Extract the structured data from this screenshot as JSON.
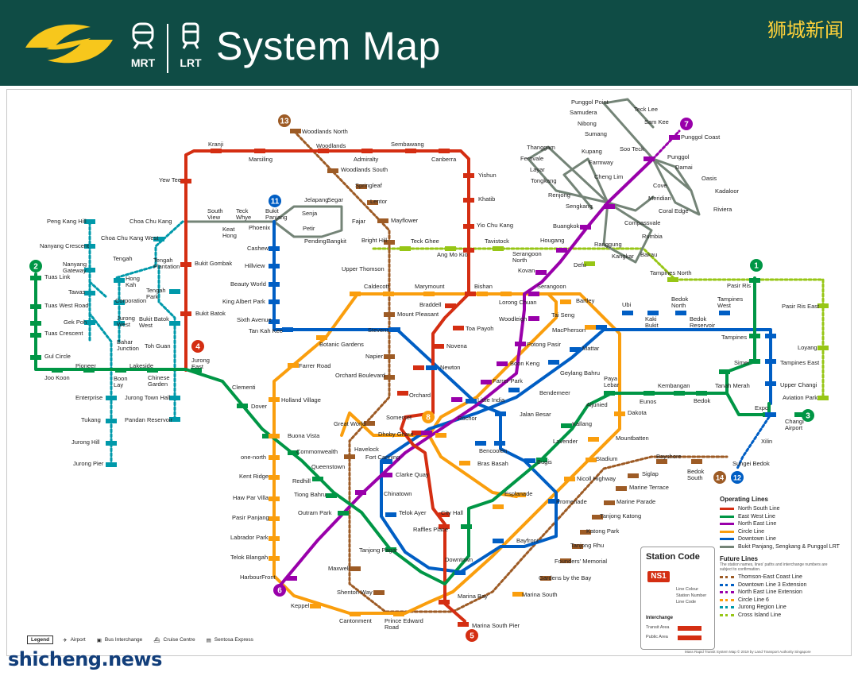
{
  "header": {
    "mrt_label": "MRT",
    "lrt_label": "LRT",
    "title": "System Map",
    "brand": "狮城新闻"
  },
  "watermark": "shicheng.news",
  "colors": {
    "header_bg": "#0f4c45",
    "north_south": "#d42e12",
    "east_west": "#009645",
    "north_east": "#9900aa",
    "circle": "#fa9e0d",
    "downtown": "#005ec4",
    "lrt": "#748477",
    "thomson_east_coast": "#9d5b25",
    "jurong_region": "#0099aa",
    "cross_island": "#97c616",
    "logo_yellow": "#f7c71c"
  },
  "line_numbers": [
    {
      "n": "13",
      "color": "#9d5b25"
    },
    {
      "n": "11",
      "color": "#005ec4"
    },
    {
      "n": "7",
      "color": "#9900aa"
    },
    {
      "n": "2",
      "color": "#009645"
    },
    {
      "n": "1",
      "color": "#009645"
    },
    {
      "n": "4",
      "color": "#d42e12"
    },
    {
      "n": "8",
      "color": "#fa9e0d"
    },
    {
      "n": "3",
      "color": "#009645"
    },
    {
      "n": "14",
      "color": "#9d5b25"
    },
    {
      "n": "12",
      "color": "#005ec4"
    },
    {
      "n": "6",
      "color": "#9900aa"
    },
    {
      "n": "5",
      "color": "#d42e12"
    }
  ],
  "stations": {
    "woodlands_north": "Woodlands North",
    "kranji": "Kranji",
    "woodlands": "Woodlands",
    "sembawang": "Sembawang",
    "marsiling": "Marsiling",
    "admiralty": "Admiralty",
    "canberra": "Canberra",
    "woodlands_south": "Woodlands South",
    "yew_tee": "Yew Tee",
    "springleaf": "Springleaf",
    "yishun": "Yishun",
    "lentor": "Lentor",
    "khatib": "Khatib",
    "mayflower": "Mayflower",
    "yio_chu_kang": "Yio Chu Kang",
    "bright_hill": "Bright Hill",
    "teck_ghee": "Teck Ghee",
    "tavistock": "Tavistock",
    "ang_mo_kio": "Ang Mo Kio",
    "upper_thomson": "Upper Thomson",
    "caldecott": "Caldecott",
    "marymount": "Marymount",
    "bishan": "Bishan",
    "braddell": "Braddell",
    "lorong_chuan": "Lorong Chuan",
    "mount_pleasant": "Mount Pleasant",
    "toa_payoh": "Toa Payoh",
    "stevens": "Stevens",
    "novena": "Novena",
    "napier": "Napier",
    "newton": "Newton",
    "orchard_boulevard": "Orchard Boulevard",
    "orchard": "Orchard",
    "somerset": "Somerset",
    "great_world": "Great World",
    "dhoby_ghaut": "Dhoby Ghaut",
    "havelock": "Havelock",
    "fort_canning": "Fort Canning",
    "clarke_quay": "Clarke Quay",
    "chinatown": "Chinatown",
    "outram_park": "Outram Park",
    "telok_ayer": "Telok Ayer",
    "raffles_place": "Raffles Place",
    "city_hall": "City Hall",
    "downtown": "Downtown",
    "tanjong_pagar": "Tanjong Pagar",
    "maxwell": "Maxwell",
    "shenton_way": "Shenton Way",
    "marina_bay": "Marina Bay",
    "marina_south": "Marina South",
    "marina_south_pier": "Marina South Pier",
    "cantonment": "Cantonment",
    "prince_edward_road": "Prince Edward\nRoad",
    "keppel": "Keppel",
    "harbourfront": "HarbourFront",
    "telok_blangah": "Telok Blangah",
    "labrador_park": "Labrador Park",
    "pasir_panjang": "Pasir Panjang",
    "haw_par_villa": "Haw Par Villa",
    "kent_ridge": "Kent Ridge",
    "one_north": "one-north",
    "buona_vista": "Buona Vista",
    "commonwealth": "Commonwealth",
    "queenstown": "Queenstown",
    "redhill": "Redhill",
    "tiong_bahru": "Tiong Bahru",
    "holland_village": "Holland Village",
    "farrer_road": "Farrer Road",
    "botanic_gardens": "Botanic Gardens",
    "tan_kah_kee": "Tan Kah Kee",
    "sixth_avenue": "Sixth Avenue",
    "king_albert_park": "King Albert Park",
    "beauty_world": "Beauty World",
    "hillview": "Hillview",
    "cashew": "Cashew",
    "bukit_panjang": "Bukit\nPanjang",
    "phoenix": "Phoenix",
    "keat_hong": "Keat\nHong",
    "teck_whye": "Teck\nWhye",
    "south_view": "South\nView",
    "choa_chu_kang": "Choa Chu Kang",
    "bukit_gombak": "Bukit Gombak",
    "bukit_batok": "Bukit Batok",
    "jurong_east": "Jurong\nEast",
    "clementi": "Clementi",
    "dover": "Dover",
    "chinese_garden": "Chinese\nGarden",
    "lakeside": "Lakeside",
    "boon_lay": "Boon\nLay",
    "pioneer": "Pioneer",
    "joo_koon": "Joo Koon",
    "gul_circle": "Gul Circle",
    "tuas_crescent": "Tuas Crescent",
    "tuas_west_road": "Tuas West Road",
    "tuas_link": "Tuas Link",
    "peng_kang_hill": "Peng Kang Hill",
    "nanyang_crescent": "Nanyang Crescent",
    "nanyang_gateway": "Nanyang\nGateway",
    "tawas": "Tawas",
    "gek_poh": "Gek Poh",
    "choa_chu_kang_west": "Choa Chu Kang West",
    "tengah": "Tengah",
    "tengah_plantation": "Tengah\nPlantation",
    "hong_kah": "Hong\nKah",
    "tengah_park": "Tengah\nPark",
    "corporation": "Corporation",
    "jurong_west": "Jurong\nWest",
    "bukit_batok_west": "Bukit Batok\nWest",
    "bahar_junction": "Bahar\nJunction",
    "toh_guan": "Toh Guan",
    "enterprise": "Enterprise",
    "tukang": "Tukang",
    "jurong_hill": "Jurong Hill",
    "jurong_pier": "Jurong Pier",
    "jurong_town_hall": "Jurong Town Hall",
    "pandan_reservoir": "Pandan Reservoir",
    "serangoon": "Serangoon",
    "serangoon_north": "Serangoon\nNorth",
    "kovan": "Kovan",
    "hougang": "Hougang",
    "buangkok": "Buangkok",
    "sengkang": "Sengkang",
    "punggol": "Punggol",
    "punggol_coast": "Punggol Coast",
    "potong_pasir": "Potong Pasir",
    "woodleigh": "Woodleigh",
    "boon_keng": "Boon Keng",
    "farrer_park": "Farrer Park",
    "little_india": "Little India",
    "rochor": "Rochor",
    "bencoolen": "Bencoolen",
    "bras_basah": "Bras Basah",
    "esplanade": "Esplanade",
    "promenade": "Promenade",
    "bugis": "Bugis",
    "jalan_besar": "Jalan Besar",
    "bendemeer": "Bendemeer",
    "geylang_bahru": "Geylang Bahru",
    "mattar": "Mattar",
    "macpherson": "MacPherson",
    "tai_seng": "Tai Seng",
    "bartley": "Bartley",
    "ubi": "Ubi",
    "kaki_bukit": "Kaki\nBukit",
    "bedok_north": "Bedok\nNorth",
    "bedok_reservoir": "Bedok\nReservoir",
    "tampines_west": "Tampines\nWest",
    "tampines": "Tampines",
    "tampines_east": "Tampines East",
    "tampines_north": "Tampines North",
    "pasir_ris": "Pasir Ris",
    "pasir_ris_east": "Pasir Ris East",
    "loyang": "Loyang",
    "aviation_park": "Aviation Park",
    "upper_changi": "Upper Changi",
    "simei": "Simei",
    "tanah_merah": "Tanah Merah",
    "expo": "Expo",
    "changi_airport": "Changi\nAirport",
    "xilin": "Xilin",
    "sungei_bedok": "Sungei Bedok",
    "bedok_south": "Bedok\nSouth",
    "bayshore": "Bayshore",
    "siglap": "Siglap",
    "marine_terrace": "Marine Terrace",
    "marine_parade": "Marine Parade",
    "tanjong_katong": "Tanjong Katong",
    "katong_park": "Katong Park",
    "tanjong_rhu": "Tanjong Rhu",
    "founders_memorial": "Founders' Memorial",
    "gardens_by_the_bay": "Gardens by the Bay",
    "bayfront": "Bayfront",
    "mountbatten": "Mountbatten",
    "stadium": "Stadium",
    "nicoll_highway": "Nicoll Highway",
    "dakota": "Dakota",
    "paya_lebar": "Paya\nLebar",
    "aljunied": "Aljunied",
    "kallang": "Kallang",
    "lavender": "Lavender",
    "eunos": "Eunos",
    "kembangan": "Kembangan",
    "bedok": "Bedok",
    "defu": "Defu",
    "punggol_point": "Punggol Point",
    "samudera": "Samudera",
    "nibong": "Nibong",
    "sumang": "Sumang",
    "soo_teck": "Soo Teck",
    "teck_lee": "Teck Lee",
    "sam_kee": "Sam Kee",
    "damai": "Damai",
    "oasis": "Oasis",
    "kadaloor": "Kadaloor",
    "riviera": "Riviera",
    "coral_edge": "Coral Edge",
    "meridian": "Meridian",
    "cove": "Cove",
    "compassvale": "Compassvale",
    "rumbia": "Rumbia",
    "bakau": "Bakau",
    "kangkar": "Kangkar",
    "ranggung": "Ranggung",
    "thanggam": "Thanggam",
    "fernvale": "Fernvale",
    "layar": "Layar",
    "tongkang": "Tongkang",
    "renjong": "Renjong",
    "kupang": "Kupang",
    "farmway": "Farmway",
    "cheng_lim": "Cheng Lim",
    "jelapang": "Jelapang",
    "segar": "Segar",
    "senja": "Senja",
    "fajar": "Fajar",
    "petir": "Petir",
    "pending": "Pending",
    "bangkit": "Bangkit"
  },
  "station_code": {
    "title": "Station Code",
    "sample": "NS1",
    "line_colour": "Line Colour",
    "station_number": "Station Number",
    "line_code": "Line Code",
    "interchange": "Interchange",
    "transit_area": "Transit Area",
    "public_area": "Public Area"
  },
  "operating_lines": {
    "title": "Operating Lines",
    "items": [
      {
        "label": "North South Line",
        "color": "#d42e12"
      },
      {
        "label": "East West Line",
        "color": "#009645"
      },
      {
        "label": "North East Line",
        "color": "#9900aa"
      },
      {
        "label": "Circle Line",
        "color": "#fa9e0d"
      },
      {
        "label": "Downtown Line",
        "color": "#005ec4"
      },
      {
        "label": "Bukit Panjang, Sengkang & Punggol LRT",
        "color": "#748477"
      }
    ]
  },
  "future_lines": {
    "title": "Future Lines",
    "note": "The station names, lines' paths and interchange numbers are subject to confirmation.",
    "items": [
      {
        "label": "Thomson-East Coast Line",
        "color": "#9d5b25"
      },
      {
        "label": "Downtown Line 3 Extension",
        "color": "#005ec4"
      },
      {
        "label": "North East Line Extension",
        "color": "#9900aa"
      },
      {
        "label": "Circle Line 6",
        "color": "#fa9e0d"
      },
      {
        "label": "Jurong Region Line",
        "color": "#0099aa"
      },
      {
        "label": "Cross Island Line",
        "color": "#97c616"
      }
    ]
  },
  "legend_bar": {
    "legend": "Legend",
    "airport": "Airport",
    "bus_interchange": "Bus Interchange",
    "cruise_centre": "Cruise Centre",
    "sentosa_express": "Sentosa Express"
  },
  "footer_credit": "Mass Rapid Transit System Map © 2019 by Land Transport Authority Singapore"
}
